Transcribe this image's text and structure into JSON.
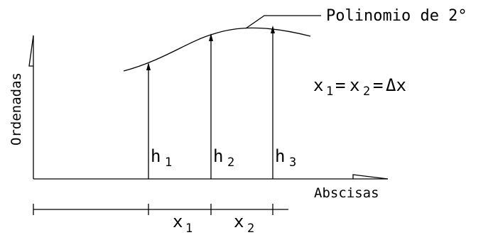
{
  "diagram": {
    "curve_label": "Polinomio de 2°",
    "y_axis_label": "Ordenadas",
    "x_axis_label": "Abscisas",
    "equation": {
      "x1": "x",
      "x1_sub": "1",
      "eq1": "=",
      "x2": "x",
      "x2_sub": "2",
      "eq2": "=",
      "delta": "Δx"
    },
    "heights": [
      {
        "name": "h",
        "sub": "1"
      },
      {
        "name": "h",
        "sub": "2"
      },
      {
        "name": "h",
        "sub": "3"
      }
    ],
    "intervals": [
      {
        "name": "x",
        "sub": "1"
      },
      {
        "name": "x",
        "sub": "2"
      }
    ],
    "line_color": "#000000",
    "background": "#ffffff"
  }
}
